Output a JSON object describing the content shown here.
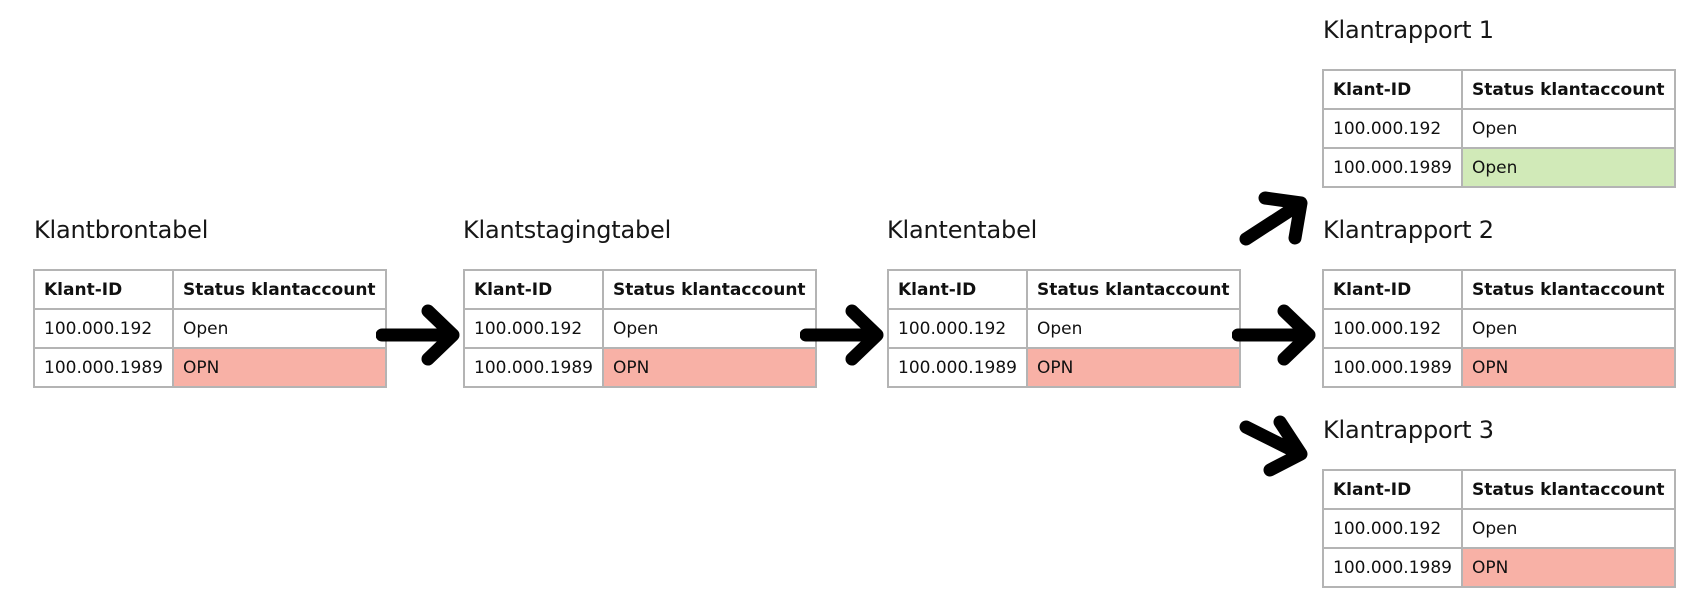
{
  "colors": {
    "error_cell": "#f8b1a6",
    "ok_cell": "#d1eab8",
    "border": "#b0b0b0",
    "arrow": "#000000"
  },
  "columns": {
    "id": "Klant-ID",
    "status": "Status klantaccount"
  },
  "tables": {
    "source": {
      "title": "Klantbrontabel",
      "rows": [
        {
          "id": "100.000.192",
          "status": "Open",
          "highlight": "none"
        },
        {
          "id": "100.000.1989",
          "status": "OPN",
          "highlight": "error"
        }
      ]
    },
    "staging": {
      "title": "Klantstagingtabel",
      "rows": [
        {
          "id": "100.000.192",
          "status": "Open",
          "highlight": "none"
        },
        {
          "id": "100.000.1989",
          "status": "OPN",
          "highlight": "error"
        }
      ]
    },
    "customer": {
      "title": "Klantentabel",
      "rows": [
        {
          "id": "100.000.192",
          "status": "Open",
          "highlight": "none"
        },
        {
          "id": "100.000.1989",
          "status": "OPN",
          "highlight": "error"
        }
      ]
    },
    "report1": {
      "title": "Klantrapport 1",
      "rows": [
        {
          "id": "100.000.192",
          "status": "Open",
          "highlight": "none"
        },
        {
          "id": "100.000.1989",
          "status": "Open",
          "highlight": "ok"
        }
      ]
    },
    "report2": {
      "title": "Klantrapport 2",
      "rows": [
        {
          "id": "100.000.192",
          "status": "Open",
          "highlight": "none"
        },
        {
          "id": "100.000.1989",
          "status": "OPN",
          "highlight": "error"
        }
      ]
    },
    "report3": {
      "title": "Klantrapport 3",
      "rows": [
        {
          "id": "100.000.192",
          "status": "Open",
          "highlight": "none"
        },
        {
          "id": "100.000.1989",
          "status": "OPN",
          "highlight": "error"
        }
      ]
    }
  },
  "arrows": [
    {
      "name": "source-to-staging",
      "direction": "right"
    },
    {
      "name": "staging-to-customer",
      "direction": "right"
    },
    {
      "name": "customer-to-report1",
      "direction": "up-right"
    },
    {
      "name": "customer-to-report2",
      "direction": "right"
    },
    {
      "name": "customer-to-report3",
      "direction": "down-right"
    }
  ]
}
